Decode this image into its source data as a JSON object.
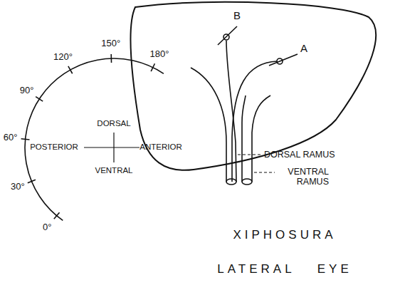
{
  "diagram": {
    "labels": [
      "B",
      "A",
      "DORSAL RAMUS",
      "VENTRAL RAMUS",
      "120°",
      "150°",
      "90°",
      "180°",
      "60°",
      "30°",
      "0°",
      "DORSAL",
      "POSTERIOR",
      "ANTERIOR",
      "VENTRAL",
      "XIPHOSURA",
      "LATERAL EYE"
    ]
  }
}
